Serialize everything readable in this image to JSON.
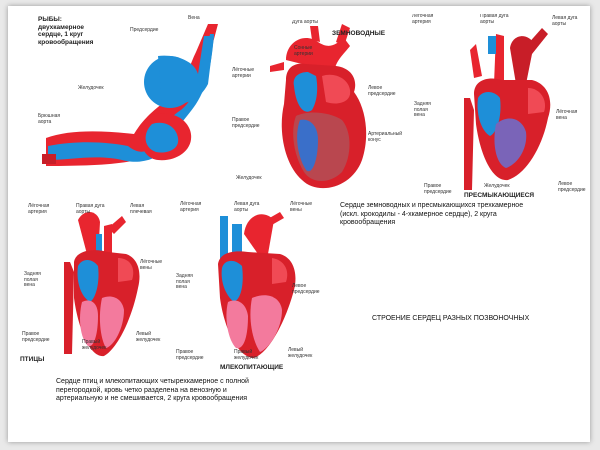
{
  "fish": {
    "title": "РЫБЫ: двухкамерное сердце, 1 круг кровообращения",
    "vein": "Вена",
    "atrium": "Предсердие",
    "ventricle": "Желудочек",
    "aorta": "Брюшная аорта"
  },
  "amphibians": {
    "title": "ЗЕМНОВОДНЫЕ",
    "aortic_arch": "Дуга аорты",
    "carotid": "Сонные артерии",
    "pulmonary_arteries": "Лёгочные артерии",
    "right_atrium": "Правое предсердие",
    "left_atrium": "Левое предсердие",
    "conus": "Артериальный конус",
    "ventricle": "Желудочек"
  },
  "reptiles": {
    "title": "ПРЕСМЫКАЮЩИЕСЯ",
    "pulmonary_artery": "Лёгочная артерия",
    "right_arch": "Правая дуга аорты",
    "left_arch": "Левая дуга аорты",
    "vena_cava": "Задняя полая вена",
    "pulmonary_vein": "Лёгочная вена",
    "right_atrium": "Правое предсердие",
    "ventricles": "Желудочек",
    "left_atrium": "Левое предсердие"
  },
  "birds": {
    "title": "ПТИЦЫ",
    "pulmonary_artery": "Лёгочная артерия",
    "right_arch": "Правая дуга аорты",
    "brachio": "Левая плечевая",
    "vena_cava": "Задняя полая вена",
    "pulmonary_veins": "Лёгочные вены",
    "right_atrium": "Правое предсердие",
    "right_ventricle": "Правый желудочек",
    "left_ventricle": "Левый желудочек"
  },
  "mammals": {
    "title": "МЛЕКОПИТАЮЩИЕ",
    "pulmonary_artery": "Лёгочная артерия",
    "left_arch": "Левая дуга аорты",
    "pulmonary_veins": "Лёгочные вены",
    "vena_cava": "Задняя полая вена",
    "left_atrium": "Левое предсердие",
    "right_atrium": "Правое предсердие",
    "right_ventricle": "Правый желудочек",
    "left_ventricle": "Левый желудочек"
  },
  "captions": {
    "amphibians_reptiles": "Сердце земноводных и пресмыкающихся трехкамерное (искл. крокодилы - 4-хкамерное сердце), 2 круга кровообращения",
    "heading": "СТРОЕНИЕ СЕРДЕЦ РАЗНЫХ ПОЗВОНОЧНЫХ",
    "birds_mammals": "Сердце птиц и млекопитающих четырехкамерное с полной перегородкой, кровь четко разделена на венозную и артериальную и не смешивается, 2 круга кровообращения"
  },
  "colors": {
    "arterial": "#e8252f",
    "venous": "#1e8fd8",
    "wall": "#d8202a",
    "inner": "#f37a9d"
  }
}
